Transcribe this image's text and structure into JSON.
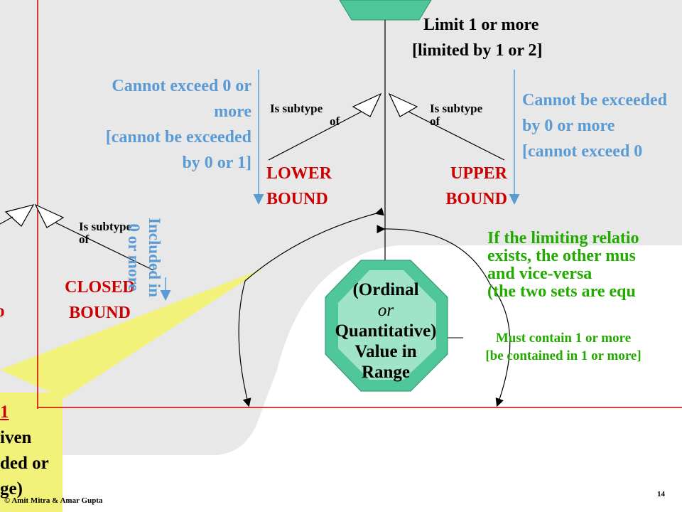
{
  "limit_label": {
    "line1": "Limit 1 or more",
    "line2": "[limited by 1 or 2]"
  },
  "cannot_exceed_label": {
    "lines": [
      "Cannot exceed 0 or",
      "more",
      "[cannot be exceeded",
      "by 0 or 1]"
    ]
  },
  "cannot_be_exceeded_label": {
    "lines": [
      "Cannot be exceeded",
      "by 0 or more",
      "[cannot exceed 0"
    ]
  },
  "subtype_left": {
    "line1": "Is subtype",
    "line2": "of"
  },
  "subtype_right": {
    "line1": "Is subtype",
    "line2": "of"
  },
  "subtype_closed": {
    "line1": "Is subtype",
    "line2": "of"
  },
  "lower_bound": {
    "line1": "LOWER",
    "line2": "BOUND"
  },
  "upper_bound": {
    "line1": "UPPER",
    "line2": "BOUND"
  },
  "closed_bound": {
    "line1": "CLOSED",
    "line2": "BOUND"
  },
  "included_label": {
    "line1": "Included in",
    "line2": "0 or more"
  },
  "limiting_relation": {
    "lines": [
      "If the limiting relatio",
      "exists, the other mus",
      "and vice-versa",
      "(the two sets are equ"
    ]
  },
  "must_contain": {
    "line1": "Must contain 1 or more",
    "line2": "[be contained in 1 or more]"
  },
  "range_entity": {
    "line1": "(Ordinal",
    "line2": "or",
    "line3": "Quantitative)",
    "line4": "Value in",
    "line5": "Range"
  },
  "left_fragment": {
    "lines": [
      "1",
      "iven",
      "ded or",
      "ge)"
    ],
    "side_char": "o"
  },
  "footer": {
    "credit": "© Amit Mitra & Amar Gupta",
    "page": "14"
  },
  "colors": {
    "blue": "#5b9bd5",
    "red": "#cc0000",
    "green": "#22aa00",
    "octagon": "#4fc79a",
    "octagon_inner": "#9fe3c9",
    "callout": "#f2f27a",
    "gray_panel": "#e8e8e8"
  }
}
